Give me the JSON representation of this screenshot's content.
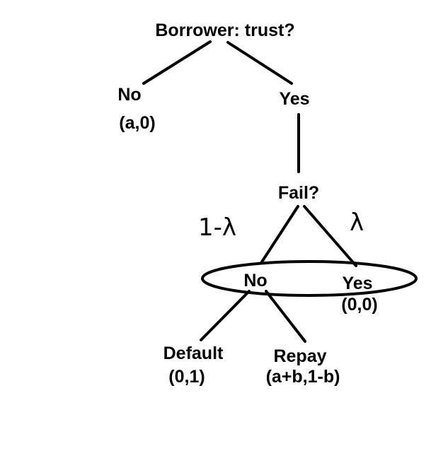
{
  "nodes": {
    "root": "Borrower: trust?",
    "no": "No",
    "no_payoff": "(a,0)",
    "yes": "Yes",
    "fail": "Fail?",
    "prob_left": "1-λ",
    "prob_right": "λ",
    "fail_no": "No",
    "fail_yes": "Yes",
    "fail_yes_payoff": "(0,0)",
    "default": "Default",
    "default_payoff": "(0,1)",
    "repay": "Repay",
    "repay_payoff": "(a+b,1-b)"
  },
  "colors": {
    "ink": "#000000",
    "background": "#ffffff"
  }
}
